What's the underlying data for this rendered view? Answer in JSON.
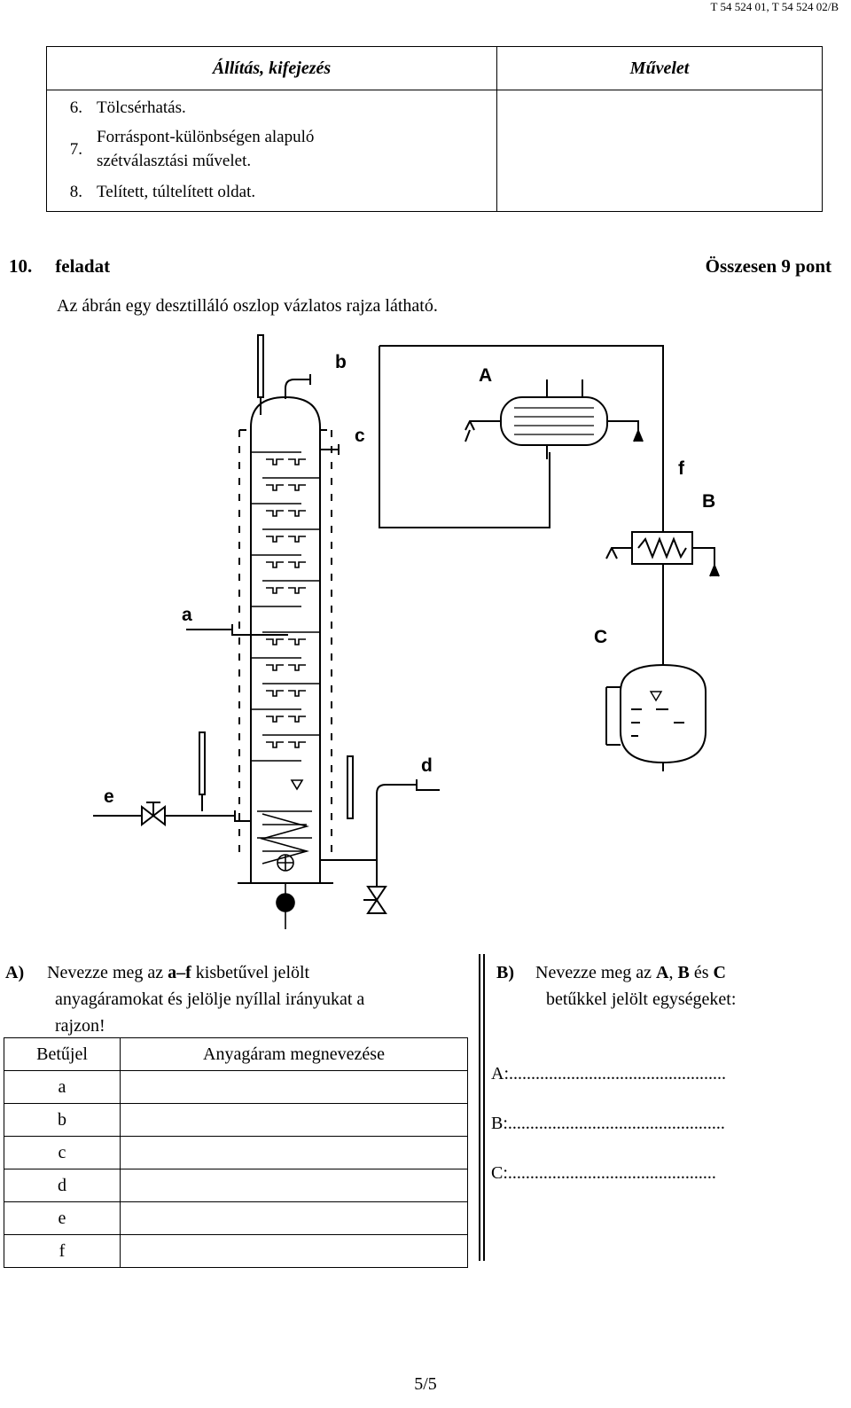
{
  "header": {
    "code": "T 54 524 01, T 54 524 02/B"
  },
  "top_table": {
    "col1": "Állítás, kifejezés",
    "col2": "Művelet",
    "rows": [
      {
        "num": "6.",
        "text": "Tölcsérhatás."
      },
      {
        "num": "7.",
        "text": "Forráspont-különbségen alapuló",
        "text2": "szétválasztási művelet."
      },
      {
        "num": "8.",
        "text": "Telített, túltelített oldat."
      }
    ]
  },
  "task": {
    "number": "10.",
    "label": "feladat",
    "points": "Összesen 9 pont",
    "intro": "Az ábrán egy desztilláló oszlop vázlatos rajza látható."
  },
  "diagram": {
    "labels": {
      "a": "a",
      "b": "b",
      "c": "c",
      "d": "d",
      "e": "e",
      "f": "f",
      "A": "A",
      "B": "B",
      "C": "C"
    }
  },
  "qa": {
    "marker": "A)",
    "t1": "Nevezze meg az ",
    "bold": "a–f",
    "t2": " kisbetűvel jelölt",
    "line2": "anyagáramokat és jelölje nyíllal irányukat a",
    "line3": "rajzon!"
  },
  "answer_table": {
    "col1": "Betűjel",
    "col2": "Anyagáram megnevezése",
    "letters": [
      "a",
      "b",
      "c",
      "d",
      "e",
      "f"
    ]
  },
  "qb": {
    "marker": "B)",
    "t1": "Nevezze meg az ",
    "b1": "A",
    "t2": ", ",
    "b2": "B",
    "t3": " és ",
    "b3": "C",
    "line2": "betűkkel jelölt egységeket:",
    "lines": [
      "A:.................................................",
      "B:.................................................",
      "C:..............................................."
    ]
  },
  "page": "5/5"
}
